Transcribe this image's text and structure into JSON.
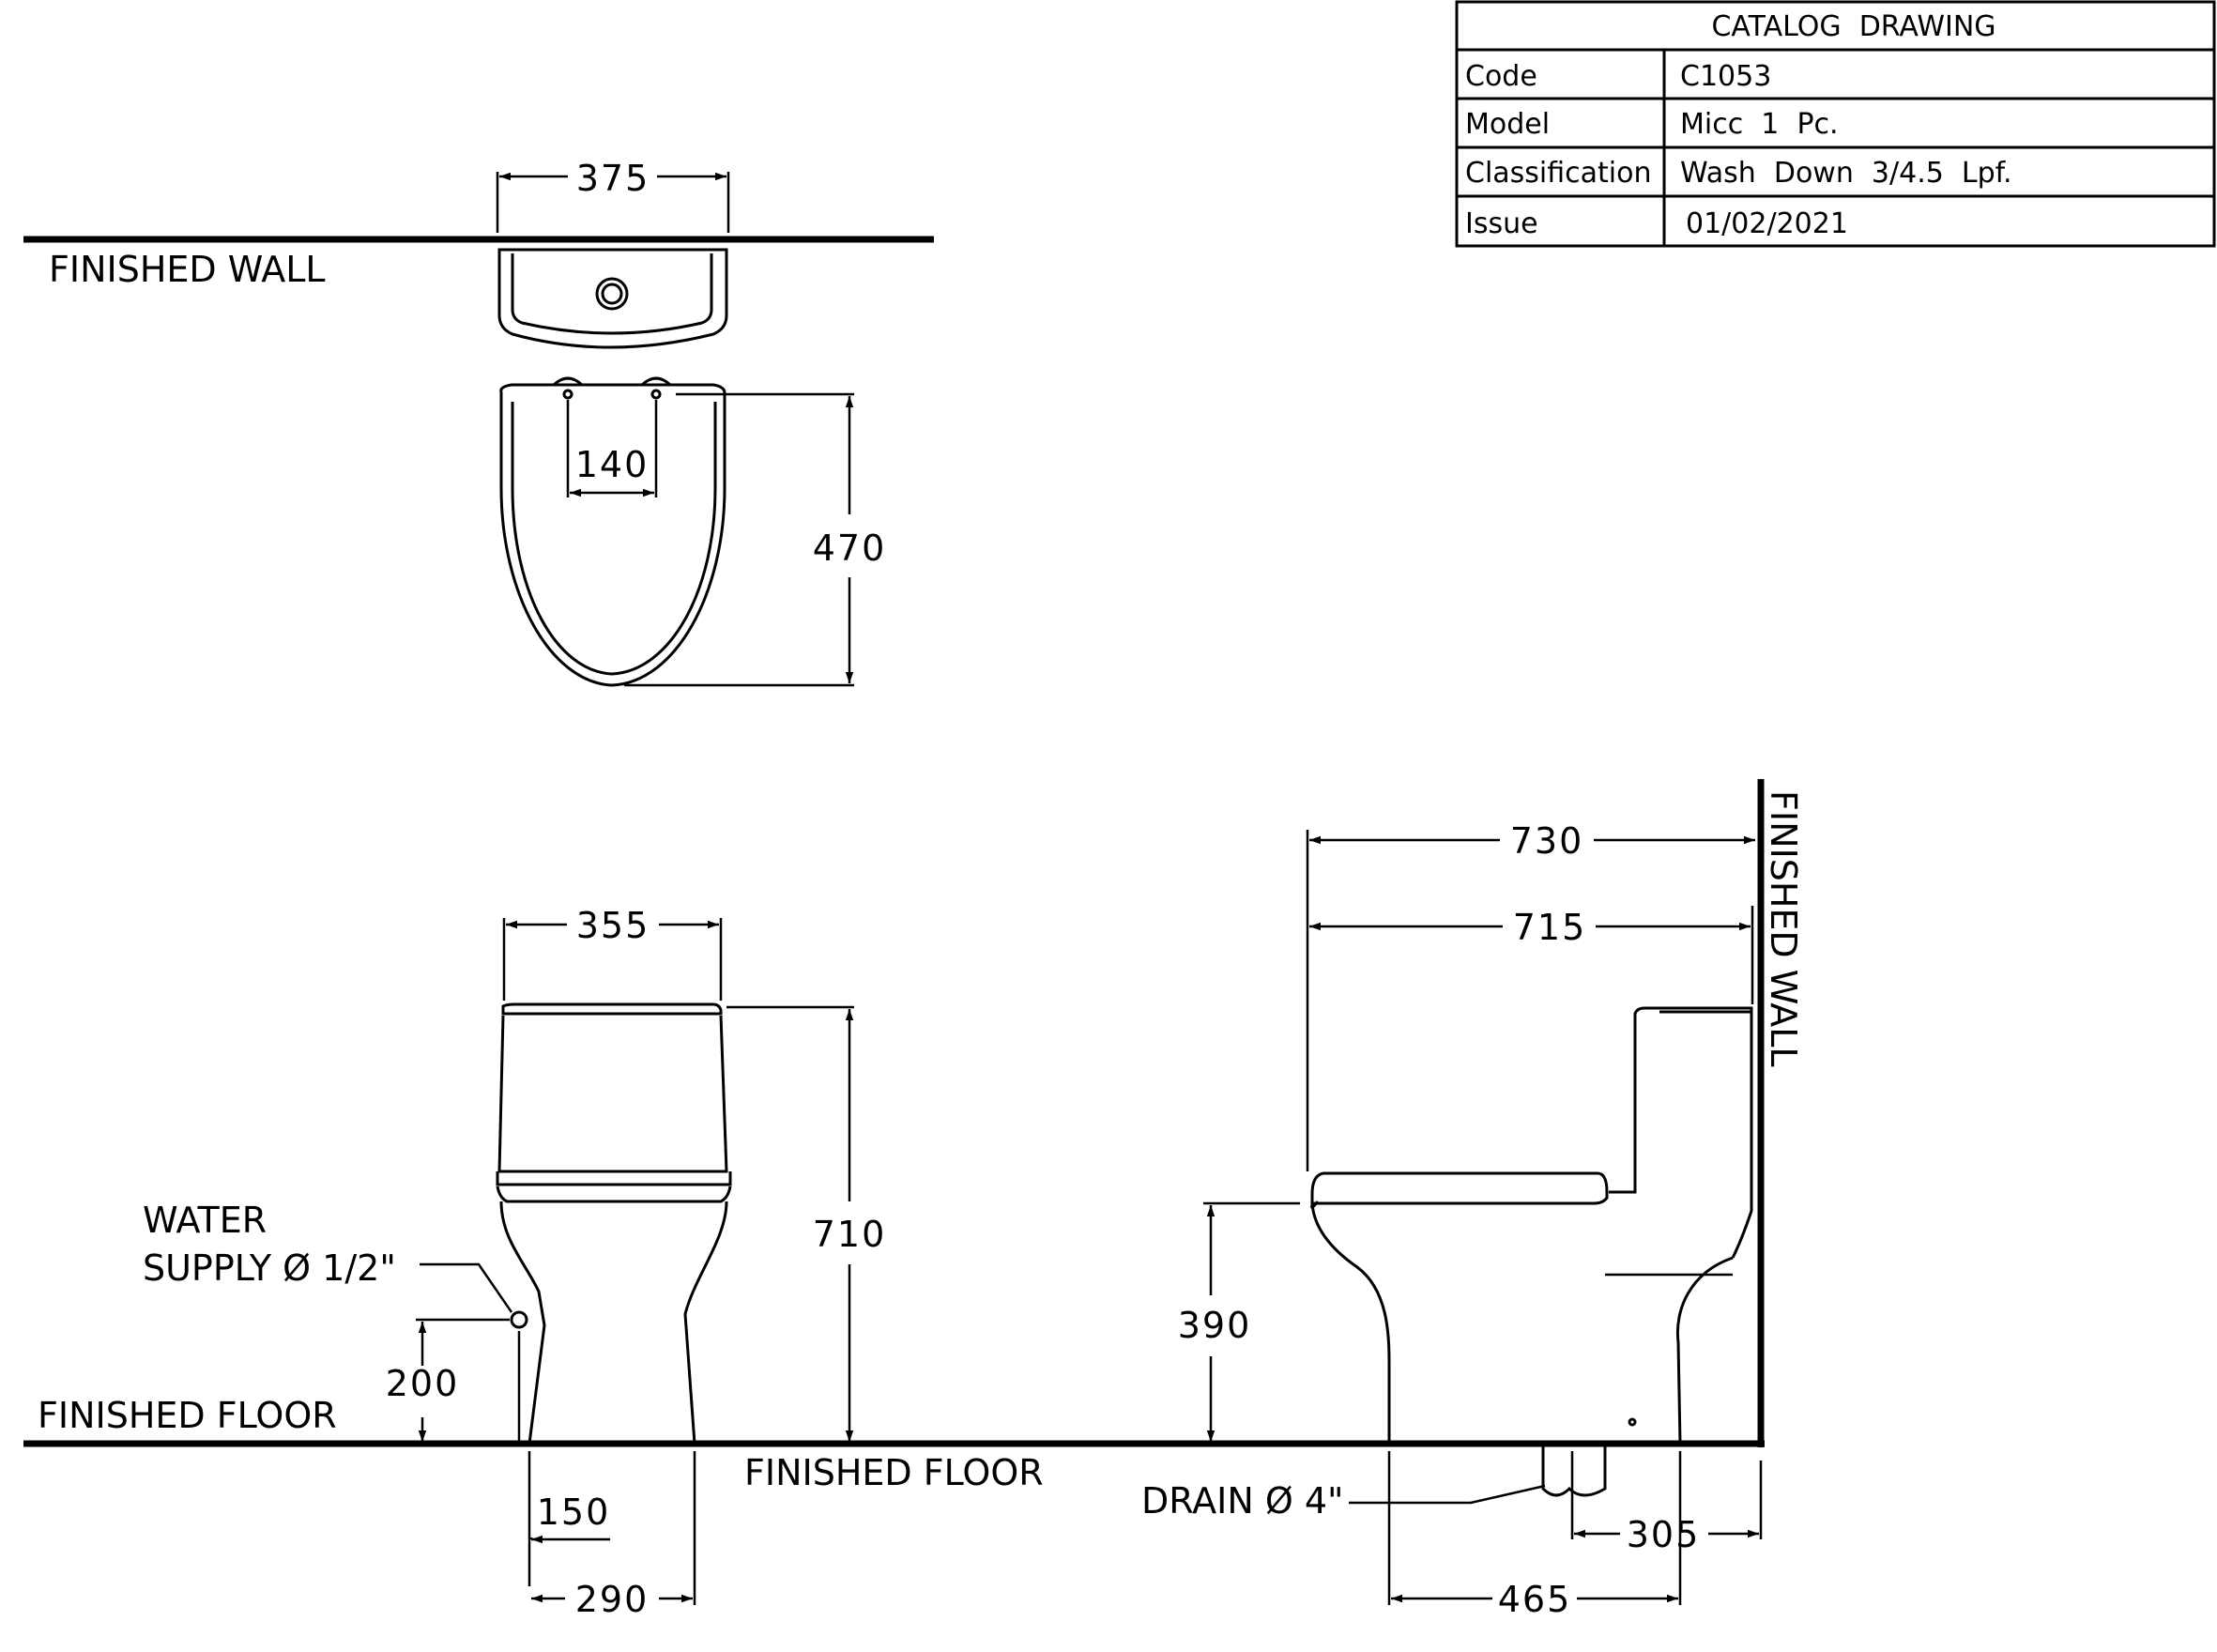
{
  "title_block": {
    "header": "CATALOG  DRAWING",
    "rows": [
      {
        "label": "Code",
        "value": "C1053"
      },
      {
        "label": "Model",
        "value": "Micc  1  Pc."
      },
      {
        "label": "Classification",
        "value": "Wash  Down  3/4.5  Lpf."
      },
      {
        "label": "Issue",
        "value": "01/02/2021"
      }
    ]
  },
  "labels": {
    "finished_wall_top": "FINISHED WALL",
    "finished_wall_side": "FINISHED WALL",
    "finished_floor_left": "FINISHED FLOOR",
    "finished_floor_center": "FINISHED FLOOR",
    "water_supply_line1": "WATER",
    "water_supply_line2": "SUPPLY Ø 1/2\"",
    "drain": "DRAIN Ø 4\""
  },
  "dimensions": {
    "top_width": "375",
    "top_depth": "470",
    "top_holes": "140",
    "front_width": "355",
    "front_height": "710",
    "supply_height": "200",
    "supply_offset": "150",
    "base_width": "290",
    "side_overall": "730",
    "side_seat": "715",
    "seat_height": "390",
    "drain_from_wall": "305",
    "base_depth": "465"
  }
}
